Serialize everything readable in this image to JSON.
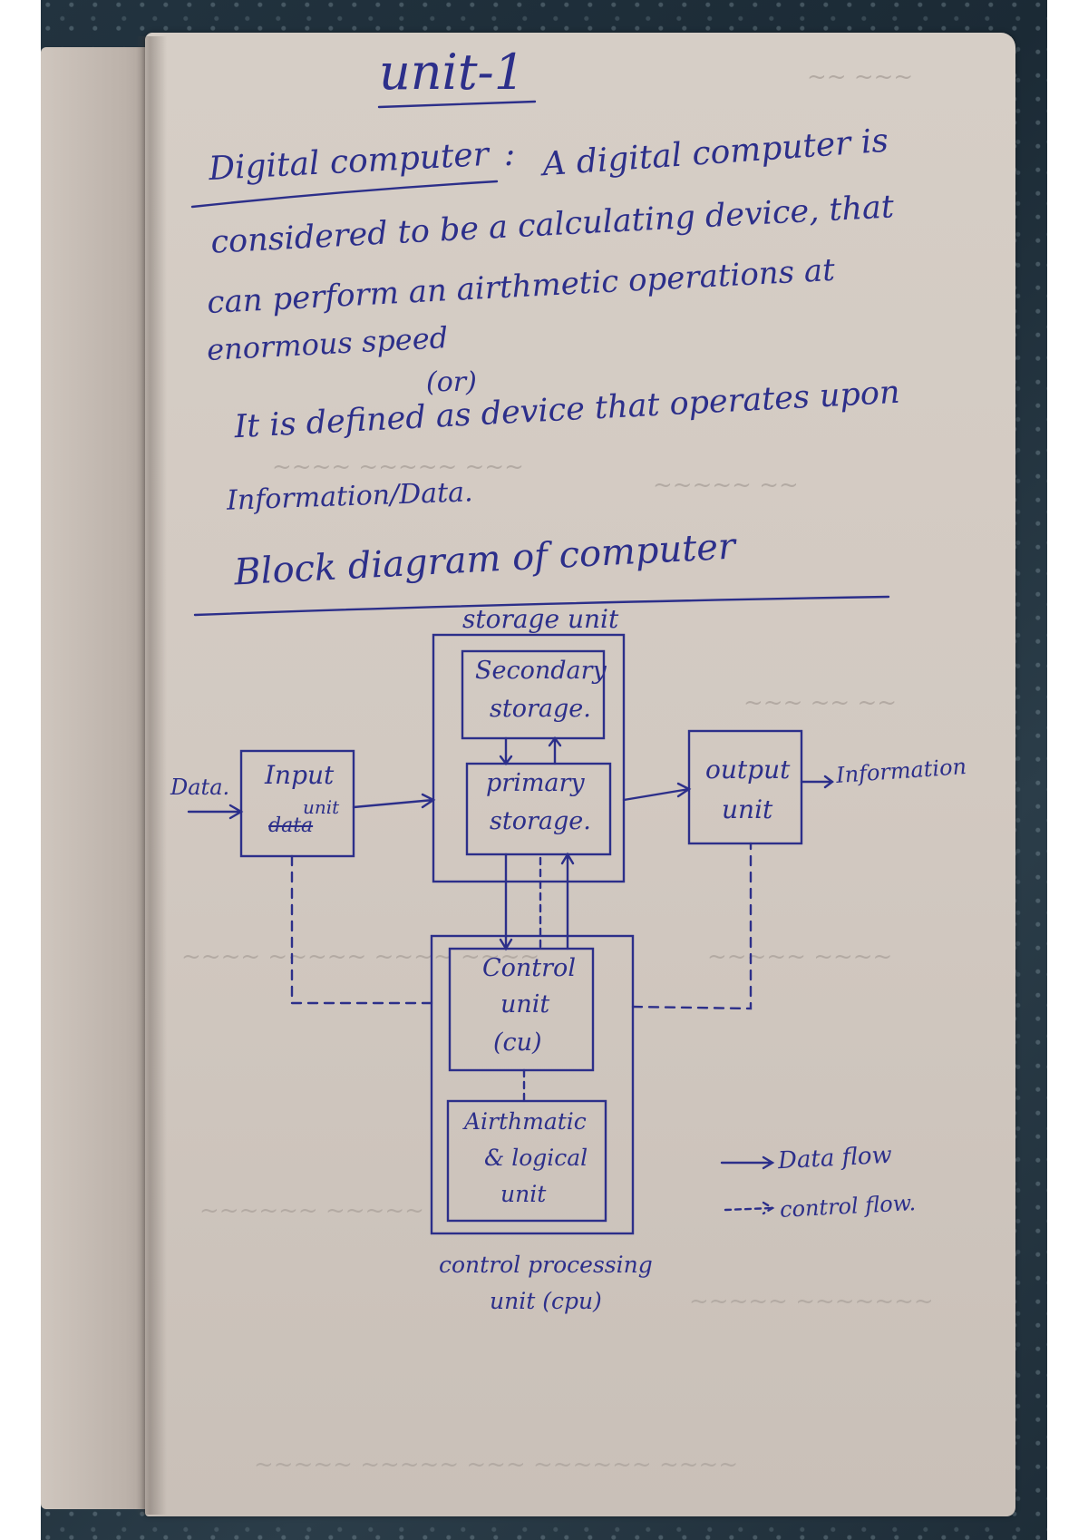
{
  "heading": "unit-1",
  "definition": {
    "term": "Digital computer",
    "separator": ":",
    "line1": "A digital computer is",
    "line2": "considered to be a calculating device, that",
    "line3": "can perform an airthmetic operations at",
    "line4": "enormous speed",
    "or": "(or)",
    "alt1": "It is defined as device that operates upon",
    "alt2": "Information/Data."
  },
  "section_title": "Block diagram of computer",
  "diagram": {
    "storage_unit": "storage unit",
    "secondary_storage": [
      "Secondary",
      "storage."
    ],
    "primary_storage": [
      "primary",
      "storage."
    ],
    "input_unit": [
      "Input",
      "unit"
    ],
    "input_struck": "data",
    "data_label": "Data.",
    "output_unit": [
      "output",
      "unit"
    ],
    "information_label": "Information",
    "control_unit": [
      "Control",
      "unit",
      "(cu)"
    ],
    "alu": [
      "Airthmatic",
      "& logical",
      "unit"
    ],
    "cpu_label": [
      "control processing",
      "unit (cpu)"
    ]
  },
  "legend": {
    "data_flow": "Data flow",
    "control_flow": "control flow."
  },
  "colors": {
    "ink": "#2c2f8a",
    "paper": "#d4cbc3",
    "cloth": "#22333f"
  }
}
